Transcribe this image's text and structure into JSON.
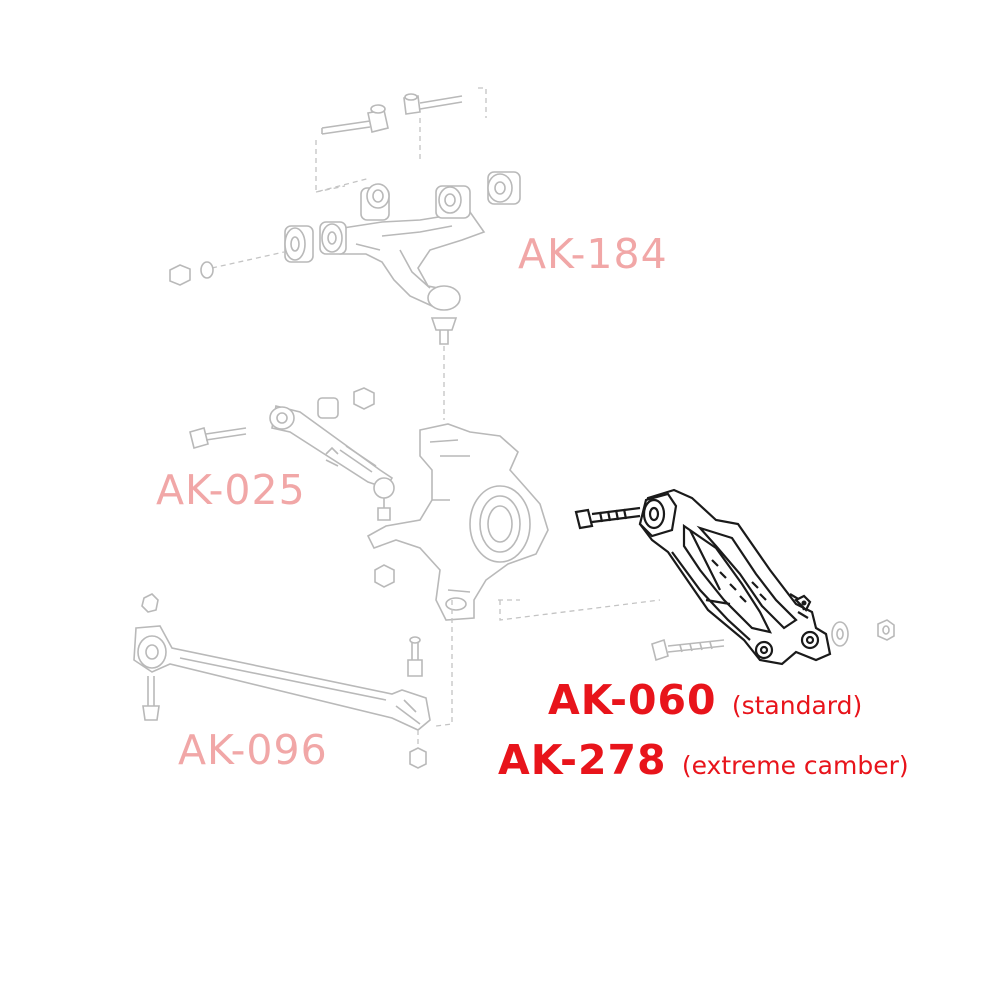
{
  "labels": {
    "upper_arm": "AK-184",
    "toe_arm": "AK-025",
    "trailing_link": "AK-096",
    "lower_arm_standard": "AK-060",
    "lower_arm_standard_note": "(standard)",
    "lower_arm_extreme": "AK-278",
    "lower_arm_extreme_note": "(extreme camber)"
  },
  "colors": {
    "highlight": "#e8141b",
    "faded_label": "#f1a7a7",
    "faded_line": "#b9b9b9",
    "active_line": "#1a1a1a"
  }
}
